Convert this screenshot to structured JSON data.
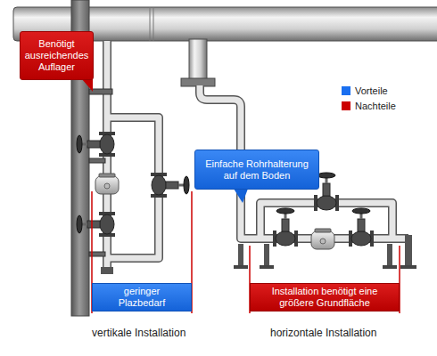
{
  "diagram": {
    "nodes": [
      {
        "text": [
          "Benötigt ausreichendes Auflager"
        ]
      },
      {
        "text": [
          "Einfache Rohrhalterung auf dem Boden"
        ]
      },
      {
        "text": [
          "geringer Plazbedarf"
        ]
      },
      {
        "text": [
          "Installation benötigt eine größere Grundfläche"
        ]
      }
    ],
    "labels": [
      "vertikale Installation",
      "horizontale Installation"
    ],
    "legend": [
      {
        "text": "Vorteile",
        "color": "#1a6ff0"
      },
      {
        "text": "Nachteile",
        "color": "#cc0000"
      }
    ]
  }
}
